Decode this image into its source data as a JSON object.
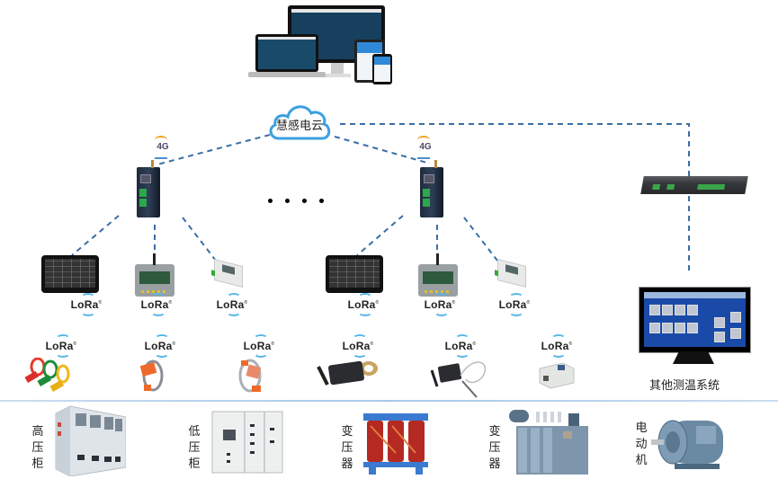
{
  "diagram": {
    "top_devices": {
      "icon": "multi-device-icon",
      "description": "laptop, desktop monitor, tablet and phone showing platform"
    },
    "cloud": {
      "label": "慧感电云",
      "icon": "cloud-icon"
    },
    "ellipsis": "····",
    "gateways": [
      {
        "id": "gateway-left",
        "link": "4G",
        "icon": "4g-gateway-icon"
      },
      {
        "id": "gateway-right",
        "link": "4G",
        "icon": "4g-gateway-icon"
      }
    ],
    "wireless_protocol": "LoRa",
    "terminal_devices": [
      {
        "icon": "touchscreen-hmi-icon",
        "link": "LoRa"
      },
      {
        "icon": "display-terminal-icon",
        "link": "LoRa"
      },
      {
        "icon": "din-rail-module-icon",
        "link": "LoRa"
      },
      {
        "icon": "touchscreen-hmi-icon",
        "link": "LoRa"
      },
      {
        "icon": "display-terminal-icon",
        "link": "LoRa"
      },
      {
        "icon": "din-rail-module-icon",
        "link": "LoRa"
      }
    ],
    "sensors": [
      {
        "icon": "clip-on-temperature-sensors-icon",
        "link": "LoRa"
      },
      {
        "icon": "strap-sensor-orange-icon",
        "link": "LoRa"
      },
      {
        "icon": "strap-sensor-ring-icon",
        "link": "LoRa"
      },
      {
        "icon": "lug-sensor-icon",
        "link": "LoRa"
      },
      {
        "icon": "probe-sensor-icon",
        "link": "LoRa"
      },
      {
        "icon": "box-sensor-icon",
        "link": "LoRa"
      }
    ],
    "other_system": {
      "label": "其他测温系统",
      "switch_icon": "rack-switch-icon",
      "monitor_icon": "monitor-icon"
    },
    "equipment": [
      {
        "label": "高压柜",
        "icon": "high-voltage-cabinet-icon"
      },
      {
        "label": "低压柜",
        "icon": "low-voltage-cabinet-icon"
      },
      {
        "label": "变压器",
        "icon": "dry-transformer-icon"
      },
      {
        "label": "变压器",
        "icon": "oil-transformer-icon"
      },
      {
        "label": "电动机",
        "icon": "electric-motor-icon"
      }
    ],
    "colors": {
      "link_line": "#3a6ea5",
      "lora_wave": "#57b6e8",
      "cloud_outline": "#3aa0e0",
      "divider": "#a9c9e8"
    }
  }
}
